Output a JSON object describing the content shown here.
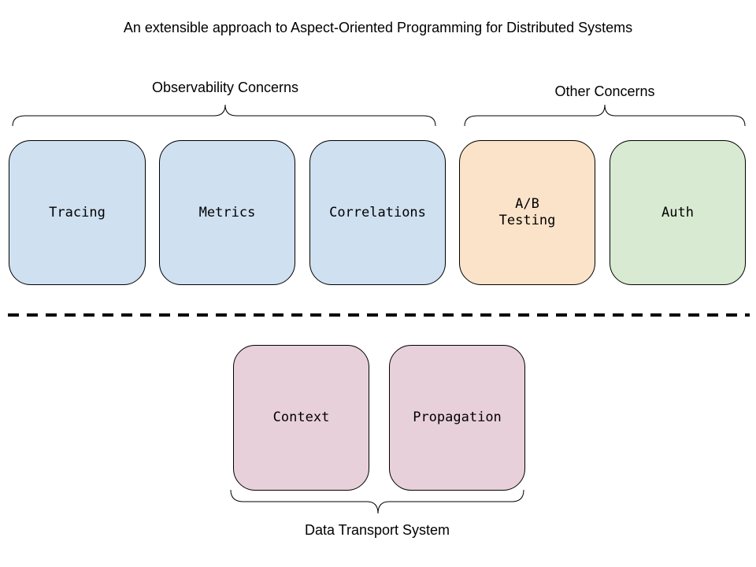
{
  "title": "An extensible approach to Aspect-Oriented Programming for Distributed Systems",
  "groups": {
    "observability": "Observability Concerns",
    "other": "Other Concerns",
    "transport": "Data Transport System"
  },
  "boxes": {
    "tracing": "Tracing",
    "metrics": "Metrics",
    "correlations": "Correlations",
    "ab_testing": "A/B\nTesting",
    "auth": "Auth",
    "context": "Context",
    "propagation": "Propagation"
  },
  "colors": {
    "observability_fill": "#cfe0f1",
    "other_ab_fill": "#fbe3c9",
    "other_auth_fill": "#d8ead2",
    "transport_fill": "#e8d0da",
    "stroke": "#000000"
  }
}
